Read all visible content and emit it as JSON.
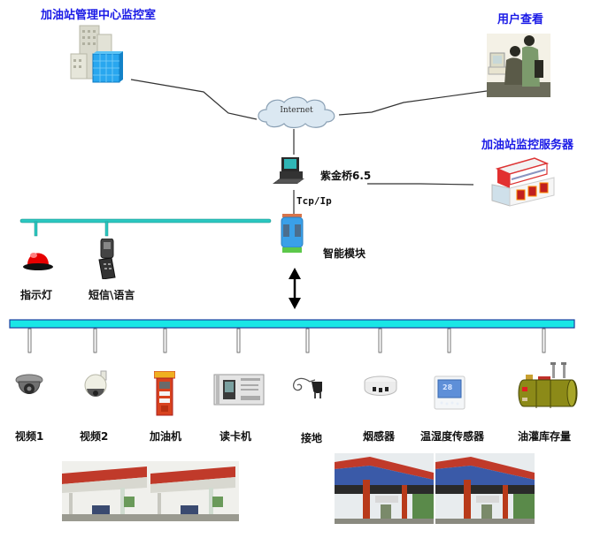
{
  "nodes": {
    "management_center": {
      "label": "加油站管理中心监控室",
      "icon": "office-building-icon"
    },
    "user_view": {
      "label": "用户查看",
      "icon": "users-at-computer-icon"
    },
    "internet": {
      "label": "Internet",
      "icon": "cloud-icon"
    },
    "zijinqiao_pc": {
      "label": "紫金桥6.5",
      "icon": "desktop-computer-icon"
    },
    "protocol": {
      "label": "Tcp/Ip"
    },
    "station_server": {
      "label": "加油站监控服务器",
      "icon": "gas-station-server-icon"
    },
    "smart_module": {
      "label": "智能模块",
      "icon": "io-module-icon"
    }
  },
  "alarm_outputs": [
    {
      "label": "指示灯",
      "icon": "red-beacon-light-icon"
    },
    {
      "label": "短信\\语言",
      "icon": "mobile-phone-icon"
    }
  ],
  "field_devices": [
    {
      "label": "视频1",
      "icon": "dome-camera-icon"
    },
    {
      "label": "视频2",
      "icon": "ptz-camera-icon"
    },
    {
      "label": "加油机",
      "icon": "fuel-dispenser-icon"
    },
    {
      "label": "读卡机",
      "icon": "card-reader-icon"
    },
    {
      "label": "接地",
      "icon": "ground-plug-icon"
    },
    {
      "label": "烟感器",
      "icon": "smoke-detector-icon"
    },
    {
      "label": "温湿度传感器",
      "icon": "thermostat-icon",
      "display_value": "28"
    },
    {
      "label": "油灌库存量",
      "icon": "oil-tank-icon"
    }
  ],
  "photos": [
    {
      "name": "gas-station-photo-1"
    },
    {
      "name": "gas-station-photo-2"
    },
    {
      "name": "gas-station-photo-3"
    },
    {
      "name": "gas-station-photo-4"
    }
  ],
  "colors": {
    "title_blue": "#1a1ae6",
    "bus_cyan": "#19e6e6",
    "bus_border": "#1b3fa0",
    "alarm_bus": "#2bc7c0"
  }
}
